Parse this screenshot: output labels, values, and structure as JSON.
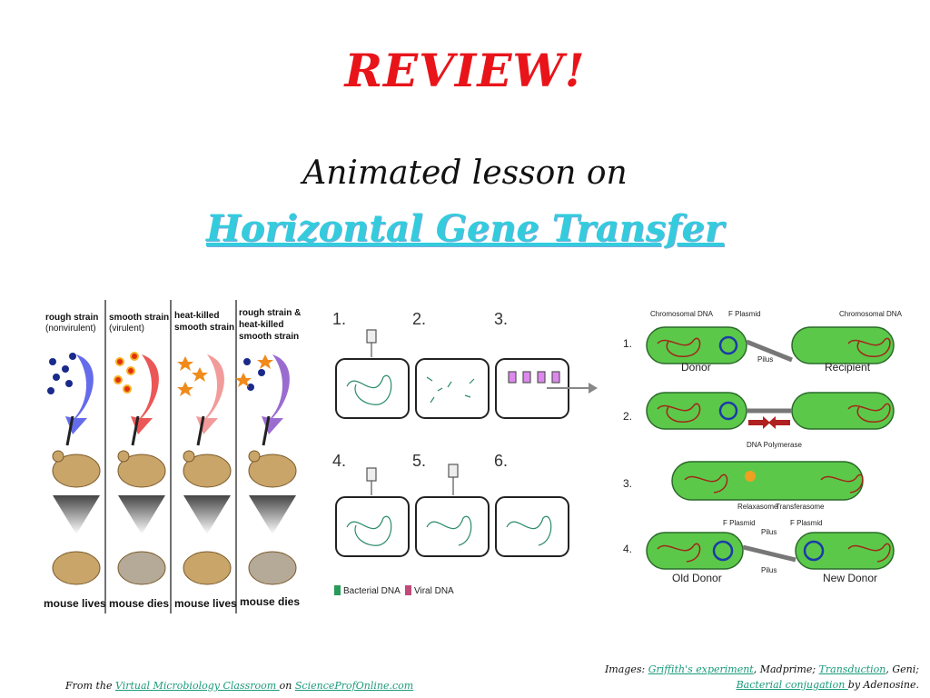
{
  "slide": {
    "title": "REVIEW!",
    "subtitle": "Animated lesson on",
    "link_text": "Horizontal Gene Transfer"
  },
  "griffith": {
    "columns": [
      {
        "strain": "rough strain",
        "sub": "(nonvirulent)",
        "outcome": "mouse lives"
      },
      {
        "strain": "smooth strain",
        "sub": "(virulent)",
        "outcome": "mouse dies"
      },
      {
        "strain": "heat-killed",
        "strain2": "smooth strain",
        "outcome": "mouse lives"
      },
      {
        "strain": "rough strain &",
        "strain2": "heat-killed",
        "strain3": "smooth strain",
        "outcome": "mouse dies"
      }
    ]
  },
  "transduction": {
    "steps": [
      "1.",
      "2.",
      "3.",
      "4.",
      "5.",
      "6."
    ],
    "legend": {
      "bacterial": "Bacterial DNA",
      "viral": "Viral DNA"
    }
  },
  "conjugation": {
    "steps": [
      "1.",
      "2.",
      "3.",
      "4."
    ],
    "labels": {
      "chromosomal": "Chromosomal DNA",
      "fplasmid": "F Plasmid",
      "pilus": "Pilus",
      "donor": "Donor",
      "recipient": "Recipient",
      "dna_pol": "DNA Polymerase",
      "relaxasome": "Relaxasome",
      "transferasome": "Transferasome",
      "old_donor": "Old Donor",
      "new_donor": "New Donor"
    }
  },
  "credits": {
    "left_prefix": "From the ",
    "left_link1": "Virtual Microbiology Classroom ",
    "left_mid": "on ",
    "left_link2": "ScienceProfOnline.com",
    "right_prefix": "Images: ",
    "right_link1": "Griffith's experiment",
    "right_mid1": ", Madprime; ",
    "right_link2": "Transduction",
    "right_mid2": ", Geni;",
    "right_link3": "Bacterial conjugation ",
    "right_suffix": "by Adenosine."
  }
}
